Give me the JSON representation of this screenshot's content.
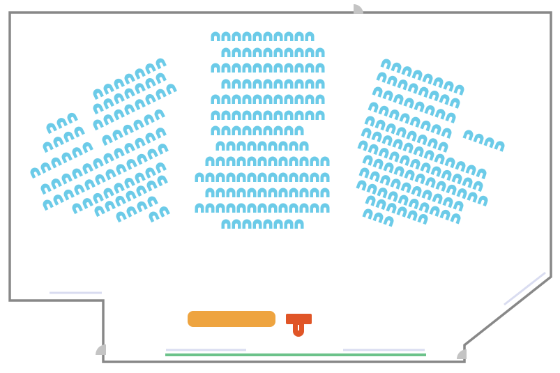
{
  "colors": {
    "wall": "#888888",
    "seat": "#6ccbe8",
    "stage": "#eea440",
    "podium": "#e05527",
    "window": "#d9dcf0",
    "screen_line": "#6cc28a",
    "door": "#c4c4c4"
  },
  "sections": [
    {
      "name": "center",
      "seat_icon": "seat-icon"
    },
    {
      "name": "left-wing",
      "seat_icon": "seat-icon"
    },
    {
      "name": "right-wing",
      "seat_icon": "seat-icon"
    }
  ]
}
